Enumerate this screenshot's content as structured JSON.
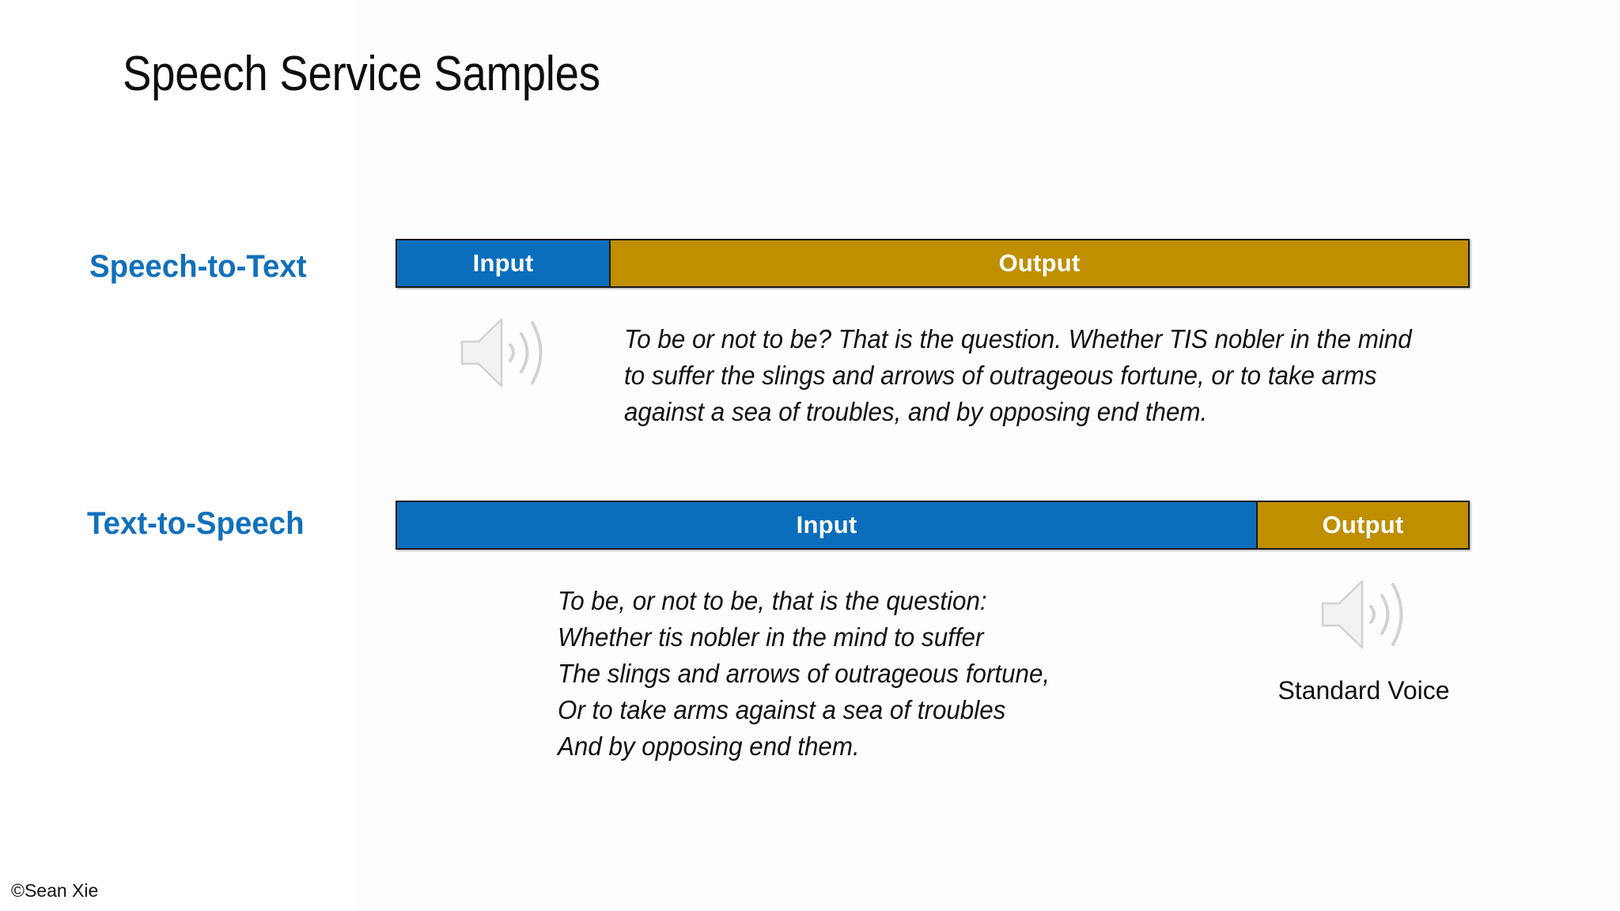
{
  "slide": {
    "title": "Speech Service Samples",
    "copyright": "©Sean Xie",
    "colors": {
      "accent_blue": "#0a6ebd",
      "accent_gold": "#bf8f00",
      "label_blue": "#1170bd",
      "bar_border": "#1a1a1a",
      "icon_gray": "#d9d9d9",
      "background": "#ffffff"
    }
  },
  "rows": {
    "speech_to_text": {
      "label": "Speech-to-Text",
      "input_segment_label": "Input",
      "output_segment_label": "Output",
      "input_icon": "speaker-icon",
      "output_text": "To be or not to be? That is the question. Whether TIS nobler in the mind to suffer the slings and arrows of outrageous fortune, or to take arms against a sea of troubles, and by opposing end them."
    },
    "text_to_speech": {
      "label": "Text-to-Speech",
      "input_segment_label": "Input",
      "output_segment_label": "Output",
      "output_icon": "speaker-icon",
      "input_lines": [
        "To be, or not to be, that is the question:",
        "Whether tis nobler in the mind to suffer",
        "The slings and arrows of outrageous fortune,",
        "Or to take arms against a sea of troubles",
        "And by opposing end them."
      ],
      "output_caption": "Standard Voice"
    }
  }
}
